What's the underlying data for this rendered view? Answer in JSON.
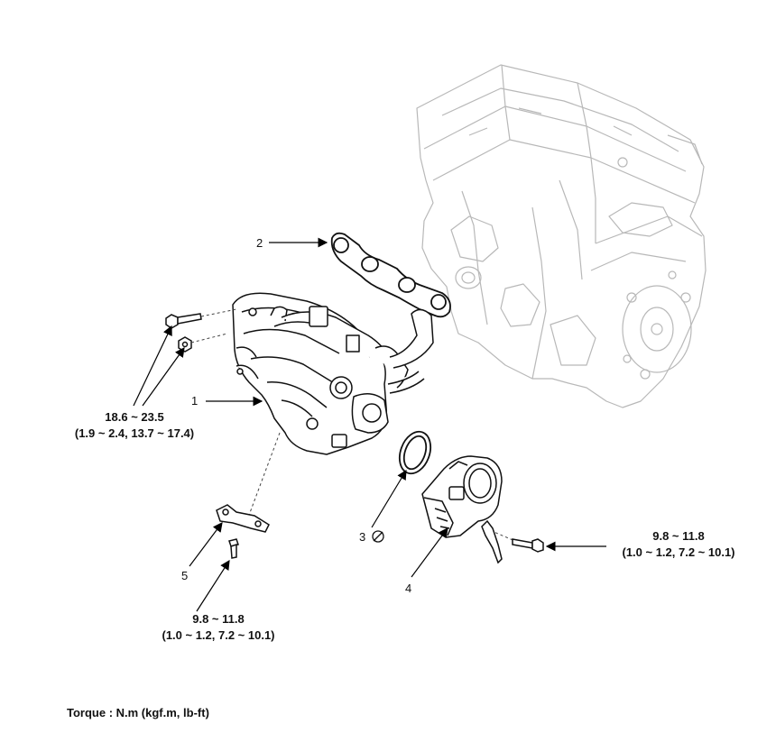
{
  "callouts": {
    "c1": "1",
    "c2": "2",
    "c3": "3",
    "c4": "4",
    "c5": "5"
  },
  "torques": {
    "manifold_bolts": {
      "nm": "18.6 ~ 23.5",
      "alt": "(1.9 ~ 2.4, 13.7 ~ 17.4)"
    },
    "throttle_bolt": {
      "nm": "9.8 ~ 11.8",
      "alt": "(1.0 ~ 1.2, 7.2 ~ 10.1)"
    },
    "bracket_bolt": {
      "nm": "9.8 ~ 11.8",
      "alt": "(1.0 ~ 1.2, 7.2 ~ 10.1)"
    }
  },
  "footer": "Torque : N.m (kgf.m, lb-ft)"
}
